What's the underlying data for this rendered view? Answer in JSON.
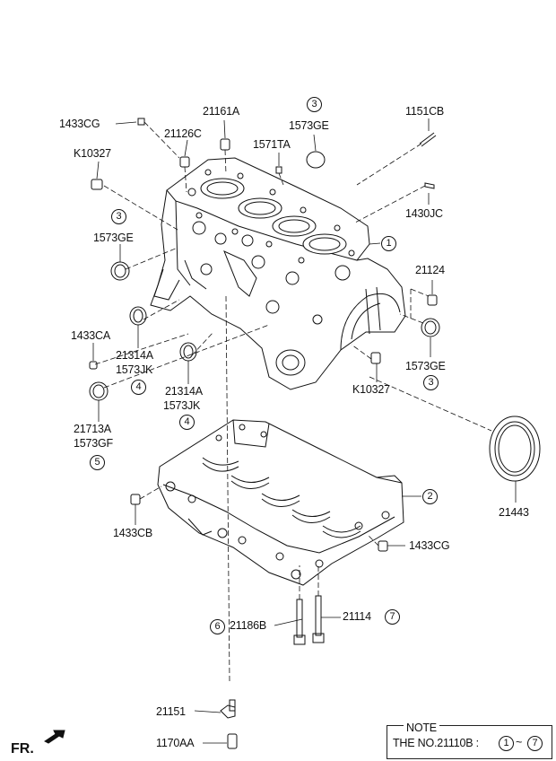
{
  "parts": {
    "p1433CG_top": "1433CG",
    "p21126C": "21126C",
    "p21161A": "21161A",
    "p1571TA": "1571TA",
    "p1573GE_top": "1573GE",
    "p1151CB": "1151CB",
    "p1430JC": "1430JC",
    "pK10327_left": "K10327",
    "p1573GE_left": "1573GE",
    "p21124": "21124",
    "p1433CA": "1433CA",
    "p21314A_left": "21314A",
    "p1573JK_left": "1573JK",
    "p21314A_mid": "21314A",
    "p1573JK_mid": "1573JK",
    "p1573GE_right": "1573GE",
    "pK10327_right": "K10327",
    "p21713A": "21713A",
    "p1573GF": "1573GF",
    "p21443": "21443",
    "p1433CB": "1433CB",
    "p1433CG_right": "1433CG",
    "p21186B": "21186B",
    "p21114": "21114",
    "p21151": "21151",
    "p1170AA": "1170AA"
  },
  "callouts": {
    "c3_top": "3",
    "c3_left": "3",
    "c1": "1",
    "c4_left": "4",
    "c4_mid": "4",
    "c3_right": "3",
    "c5": "5",
    "c2": "2",
    "c6": "6",
    "c7": "7",
    "note_c1": "1",
    "note_c7": "7"
  },
  "note": {
    "title": "NOTE",
    "text": "THE NO.21110B :",
    "tilde": "~"
  },
  "fr_label": "FR."
}
